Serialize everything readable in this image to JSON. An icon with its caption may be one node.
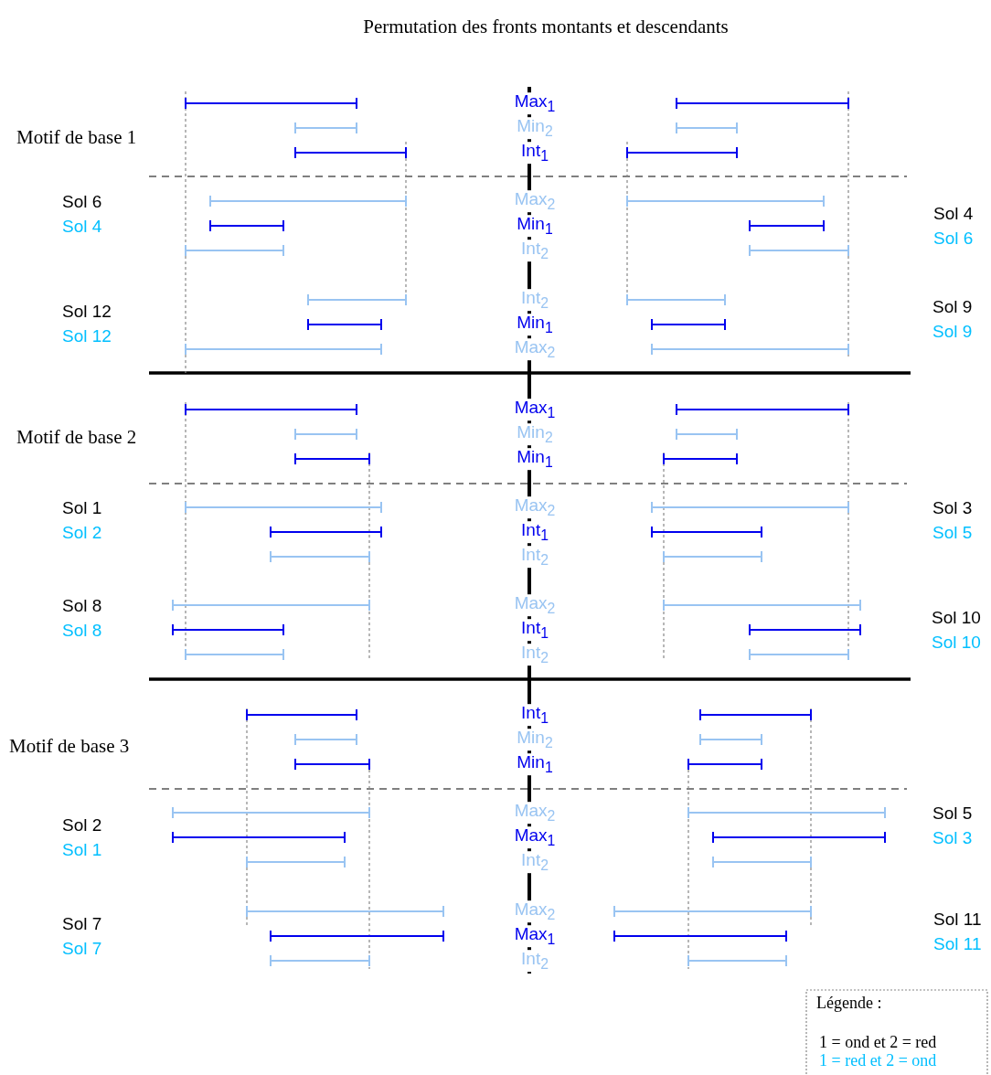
{
  "diagram": {
    "title": "Permutation des fronts montants et descendants",
    "labels": [
      "Max$_{1}$",
      "Min$_{2}$",
      "Int$_{1}$",
      "Motif de base 1",
      "Sol 6",
      "Sol 4",
      "Max$_{2}$",
      "Min$_{1}$",
      "Int$_{2}$",
      "Sol 4",
      "Sol 6",
      "Sol 12",
      "Sol 12",
      "Int$_{2}$",
      "Min$_{1}$",
      "Max$_{2}$",
      "Sol 9",
      "Sol 9",
      "Max$_{1}$",
      "Min$_{2}$",
      "Min$_{1}$",
      "Motif de base 2",
      "Sol 1",
      "Sol 2",
      "Max$_{2}$",
      "Int$_{1}$",
      "Int$_{2}$",
      "Sol 3",
      "Sol 5",
      "Sol 8",
      "Sol 8",
      "Max$_{2}$",
      "Int$_{1}$",
      "Int$_{2}$",
      "Sol 10",
      "Sol 10",
      "Int$_{1}$",
      "Min$_{2}$",
      "Min$_{1}$",
      "Motif de base 3",
      "Sol 2",
      "Sol 1",
      "Max$_{2}$",
      "Max$_{1}$",
      "Int$_{2}$",
      "Sol 5",
      "Sol 3",
      "Sol 7",
      "Sol 7",
      "Max$_{2}$",
      "Max$_{1}$",
      "Int$_{2}$",
      "Sol 11",
      "Sol 11",
      "Légende :"
    ],
    "legend": [
      {
        "text": "1 = ond et 2 = red",
        "color": "#000000"
      },
      {
        "text": "1 = red et 2 = ond",
        "color": "#00bfff"
      }
    ]
  }
}
